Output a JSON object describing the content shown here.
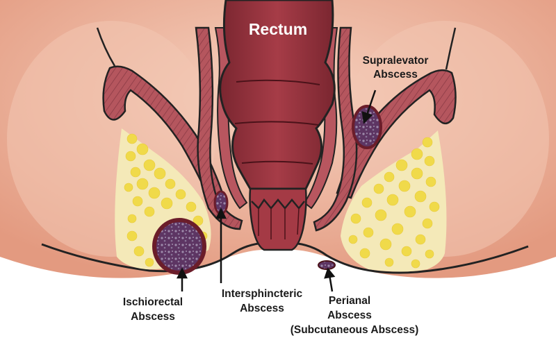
{
  "labels": {
    "rectum": "Rectum",
    "supralevator": [
      "Supralevator",
      "Abscess"
    ],
    "ischiorectal": [
      "Ischiorectal",
      "Abscess"
    ],
    "intersphincteric": [
      "Intersphincteric",
      "Abscess"
    ],
    "perianal": [
      "Perianal",
      "Abscess",
      "(Subcutaneous Abscess)"
    ]
  },
  "colors": {
    "skin": "#e9a98f",
    "skin_light": "#f6d2c0",
    "muscle": "#b3535c",
    "muscle_stripe": "#8f3a44",
    "rectum": "#9c3540",
    "rectum_dark": "#6a1f28",
    "fat": "#f2df58",
    "abscess": "#6b3e6f",
    "abscess_speckle": "#9a86a8",
    "outline": "#222222"
  }
}
